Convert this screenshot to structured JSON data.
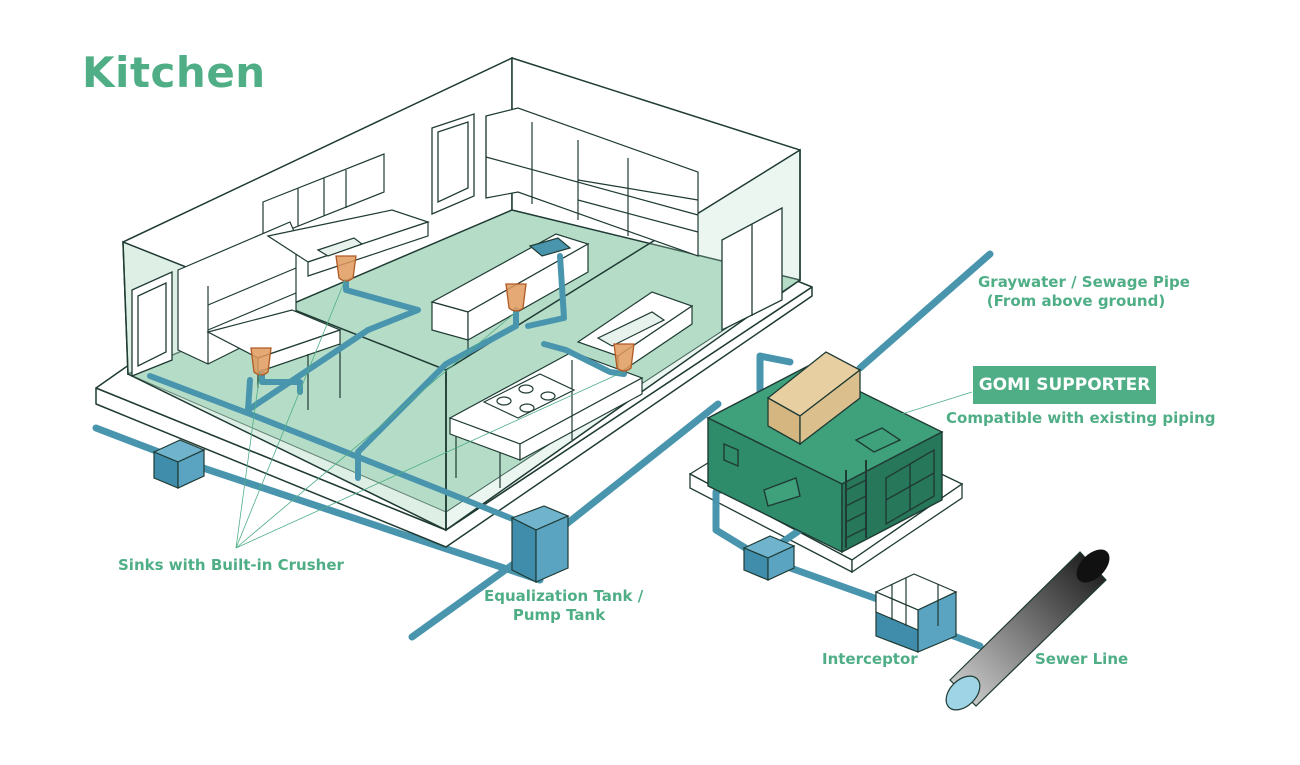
{
  "title": "Kitchen",
  "labels": {
    "graywater_line1": "Graywater / Sewage Pipe",
    "graywater_line2": "(From above ground)",
    "gomi_badge": "GOMI SUPPORTER",
    "gomi_sub": "Compatible with existing piping",
    "sinks": "Sinks with Built-in Crusher",
    "tank_line1": "Equalization Tank /",
    "tank_line2": "Pump Tank",
    "interceptor": "Interceptor",
    "sewer": "Sewer Line"
  },
  "colors": {
    "accent": "#4fae86",
    "pipe": "#4a95ae",
    "floor": "#b5dcc7",
    "unit": "#2f8c6a",
    "box": "#dbbf8c",
    "outline": "#1f3b34",
    "crusher": "#e09a5d"
  }
}
